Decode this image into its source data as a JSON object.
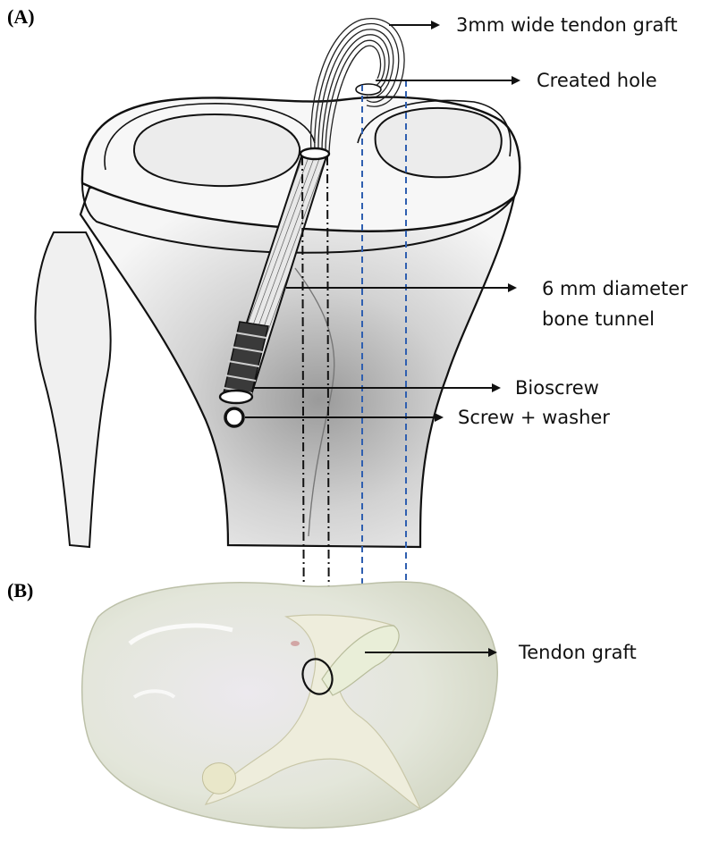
{
  "panels": {
    "a_label": "(A)",
    "b_label": "(B)"
  },
  "callouts": {
    "tendon_graft_width": "3mm wide tendon graft",
    "created_hole": "Created hole",
    "bone_tunnel_line1": "6 mm diameter",
    "bone_tunnel_line2": "bone tunnel",
    "bioscrew": "Bioscrew",
    "screw_washer": "Screw + washer",
    "tendon_graft": "Tendon graft"
  },
  "colors": {
    "outline": "#111111",
    "bone_shade": "#d8d8d8",
    "guide_blue": "#2f5fb0",
    "specimen": "#e6e9dc"
  }
}
